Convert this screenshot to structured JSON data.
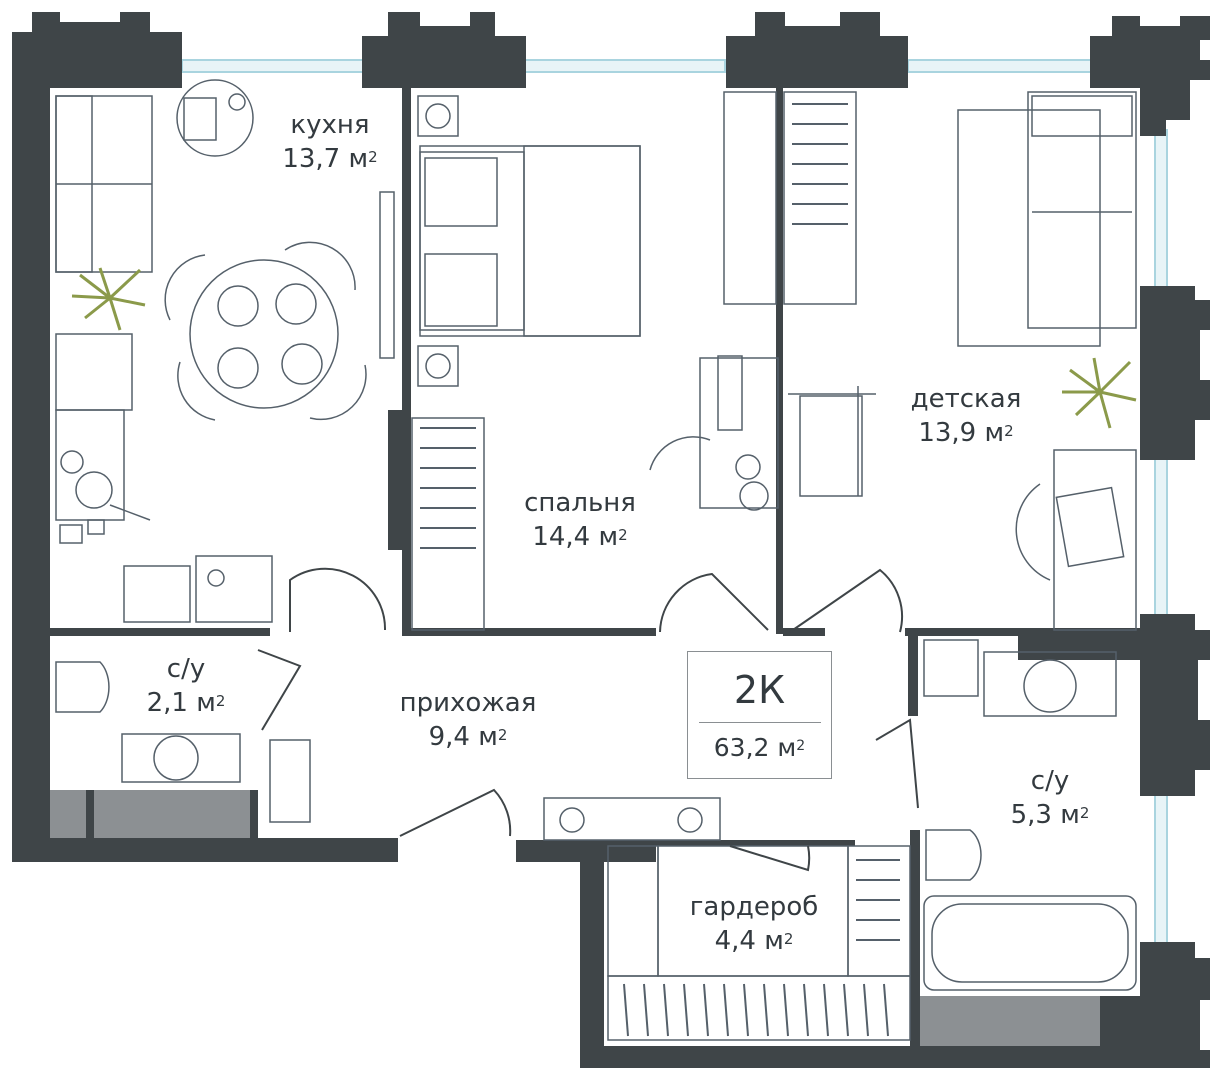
{
  "apartment": {
    "type": "2К",
    "total_area": "63,2",
    "unit": "м",
    "unit_power": "2"
  },
  "rooms": [
    {
      "id": "kitchen",
      "name": "кухня",
      "area": "13,7"
    },
    {
      "id": "bedroom",
      "name": "спальня",
      "area": "14,4"
    },
    {
      "id": "kids",
      "name": "детская",
      "area": "13,9"
    },
    {
      "id": "hall",
      "name": "прихожая",
      "area": "9,4"
    },
    {
      "id": "wc1",
      "name": "с/у",
      "area": "2,1"
    },
    {
      "id": "wc2",
      "name": "с/у",
      "area": "5,3"
    },
    {
      "id": "wardrobe",
      "name": "гардероб",
      "area": "4,4"
    }
  ],
  "colors": {
    "wall": "#3f4548",
    "window": "#a9d4df",
    "furniture": "#55606a",
    "plant": "#8b9a4a",
    "text": "#333a3f",
    "grey_fill": "#8c9093"
  }
}
